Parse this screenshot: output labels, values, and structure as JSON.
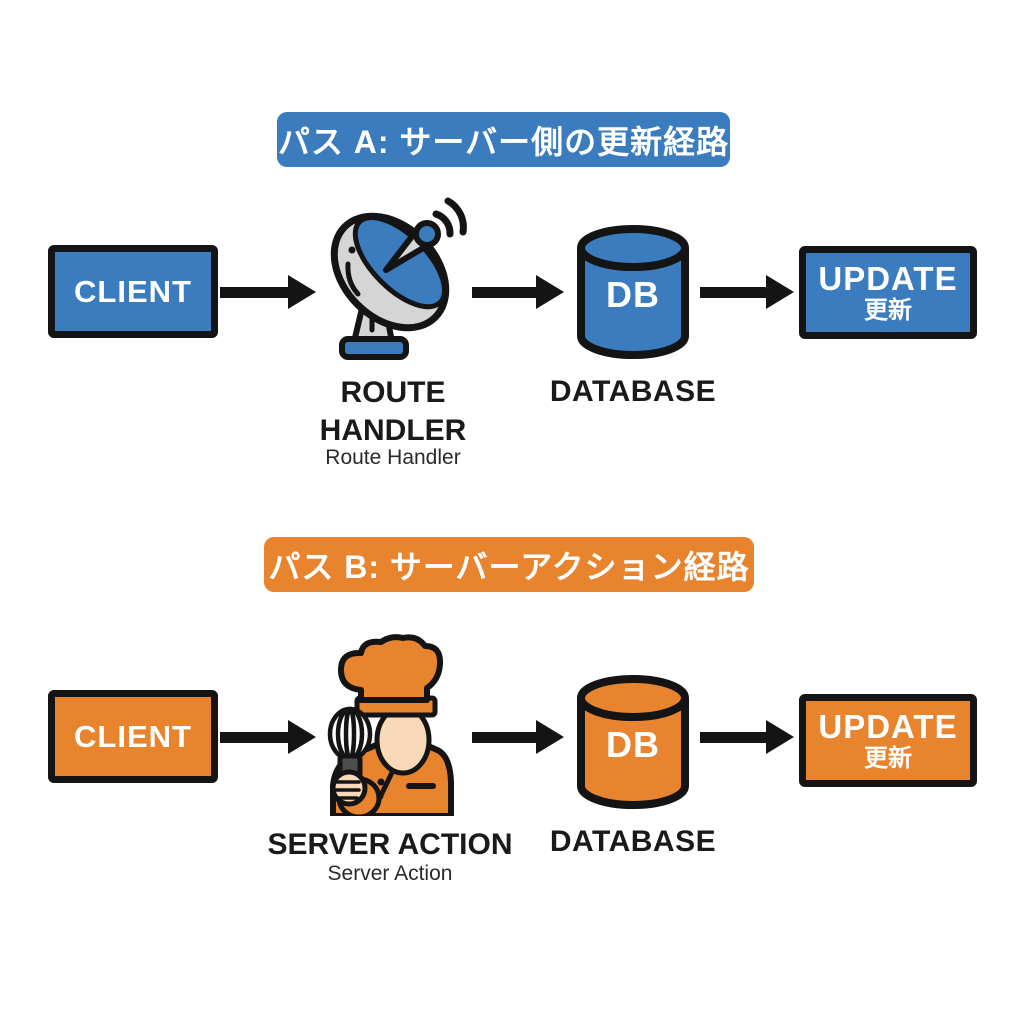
{
  "colors": {
    "blue": "#3a7cbe",
    "orange": "#e8832e",
    "black": "#141414",
    "white": "#ffffff",
    "text": "#1a1a1a",
    "gray": "#d5d5d5",
    "skin": "#f9d9ba",
    "handle_gray": "#4d4d4d"
  },
  "paths": [
    {
      "id": "path-a",
      "accent": "#3a7cbe",
      "banner": "パス A: サーバー側の更新経路",
      "client_label": "CLIENT",
      "processor_icon": "satellite-dish-icon",
      "processor_title": "ROUTE\nHANDLER",
      "processor_subtitle": "Route Handler",
      "db_label": "DB",
      "db_caption": "DATABASE",
      "update_line1": "UPDATE",
      "update_line2": "更新"
    },
    {
      "id": "path-b",
      "accent": "#e8832e",
      "banner": "パス B: サーバーアクション経路",
      "client_label": "CLIENT",
      "processor_icon": "chef-icon",
      "processor_title": "SERVER ACTION",
      "processor_subtitle": "Server Action",
      "db_label": "DB",
      "db_caption": "DATABASE",
      "update_line1": "UPDATE",
      "update_line2": "更新"
    }
  ]
}
